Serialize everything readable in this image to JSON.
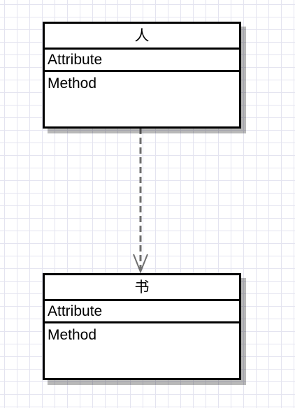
{
  "classes": [
    {
      "name": "人",
      "attribute": "Attribute",
      "method": "Method"
    },
    {
      "name": "书",
      "attribute": "Attribute",
      "method": "Method"
    }
  ]
}
